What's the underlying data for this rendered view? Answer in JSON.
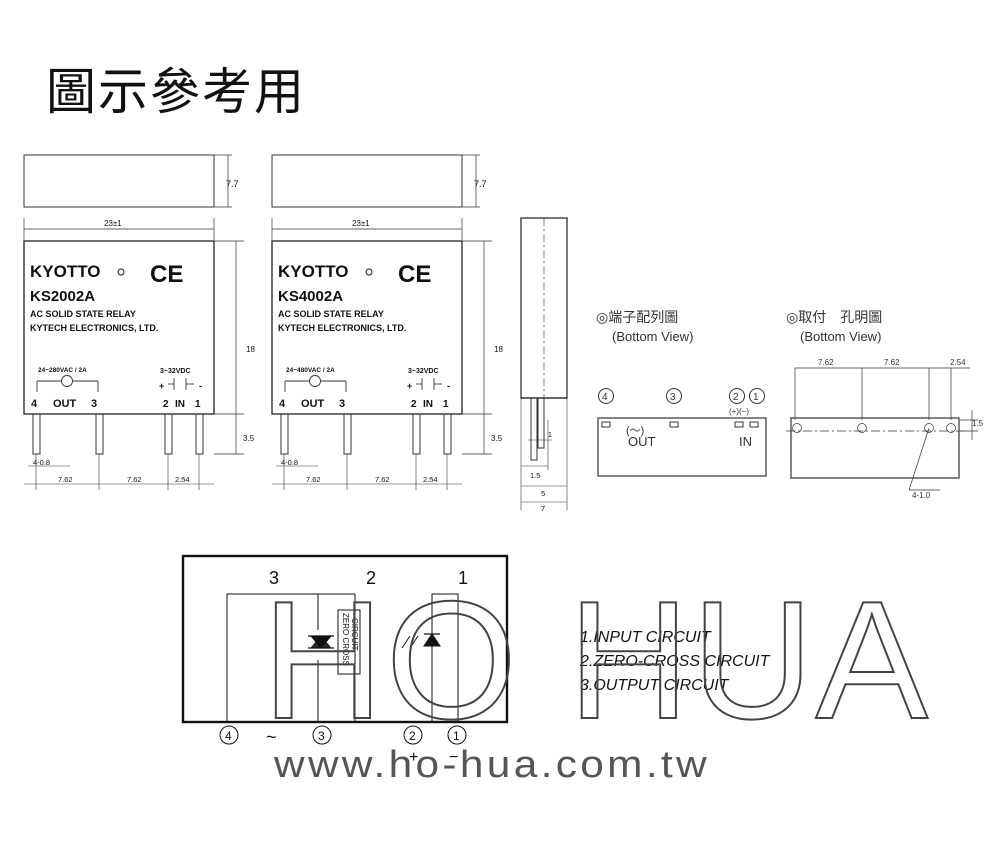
{
  "title": "圖示參考用",
  "relay1": {
    "brand": "KYOTTO",
    "model": "KS2002A",
    "line1": "AC  SOLID STATE  RELAY",
    "line2": "KYTECH ELECTRONICS, LTD.",
    "out_rating": "24~280VAC / 2A",
    "in_rating": "3~32VDC",
    "pin4": "4",
    "out": "OUT",
    "pin3": "3",
    "pin2": "2",
    "in": "IN",
    "pin1": "1",
    "plus": "+",
    "minus": "-"
  },
  "relay2": {
    "brand": "KYOTTO",
    "model": "KS4002A",
    "line1": "AC  SOLID STATE  RELAY",
    "line2": "KYTECH ELECTRONICS, LTD.",
    "out_rating": "24~480VAC / 2A",
    "in_rating": "3~32VDC",
    "pin4": "4",
    "out": "OUT",
    "pin3": "3",
    "pin2": "2",
    "in": "IN",
    "pin1": "1",
    "plus": "+",
    "minus": "-"
  },
  "ce_mark": "CE",
  "dims": {
    "height_top": "7.7",
    "width": "23±1",
    "height_body": "18",
    "pin_len": "3.5",
    "pin_dia": "4-0.8",
    "pitch1": "7.62",
    "pitch2": "7.62",
    "pitch3": "2.54",
    "side_a": "1.5",
    "side_b": "5",
    "side_c": "7",
    "side_d": "1"
  },
  "terminal_view": {
    "title": "◎端子配列圖",
    "subtitle": "(Bottom View)",
    "pin4": "4",
    "pin3": "3",
    "pin2": "2",
    "pin1": "1",
    "pol": "(+)(−)",
    "tilde": "(～)",
    "out": "OUT",
    "in": "IN"
  },
  "hole_view": {
    "title": "◎取付　孔明圖",
    "subtitle": "(Bottom View)",
    "d1": "7.62",
    "d2": "7.62",
    "d3": "2.54",
    "d4": "1.5",
    "holes": "4-1.0"
  },
  "circuit": {
    "n3": "3",
    "n2": "2",
    "n1": "1",
    "zc1": "ZERO CROSS",
    "zc2": "CIRCUIT",
    "b4": "4",
    "b3": "3",
    "b2": "2",
    "b1": "1",
    "tilde": "~",
    "plus": "+",
    "minus": "−"
  },
  "legend": {
    "l1": "1.INPUT  CIRCUIT",
    "l2": "2.ZERO-CROSS CIRCUIT",
    "l3": "3.OUTPUT  CIRCUIT"
  },
  "watermark": {
    "logo": "HO HUA",
    "url": "www.ho-hua.com.tw"
  }
}
